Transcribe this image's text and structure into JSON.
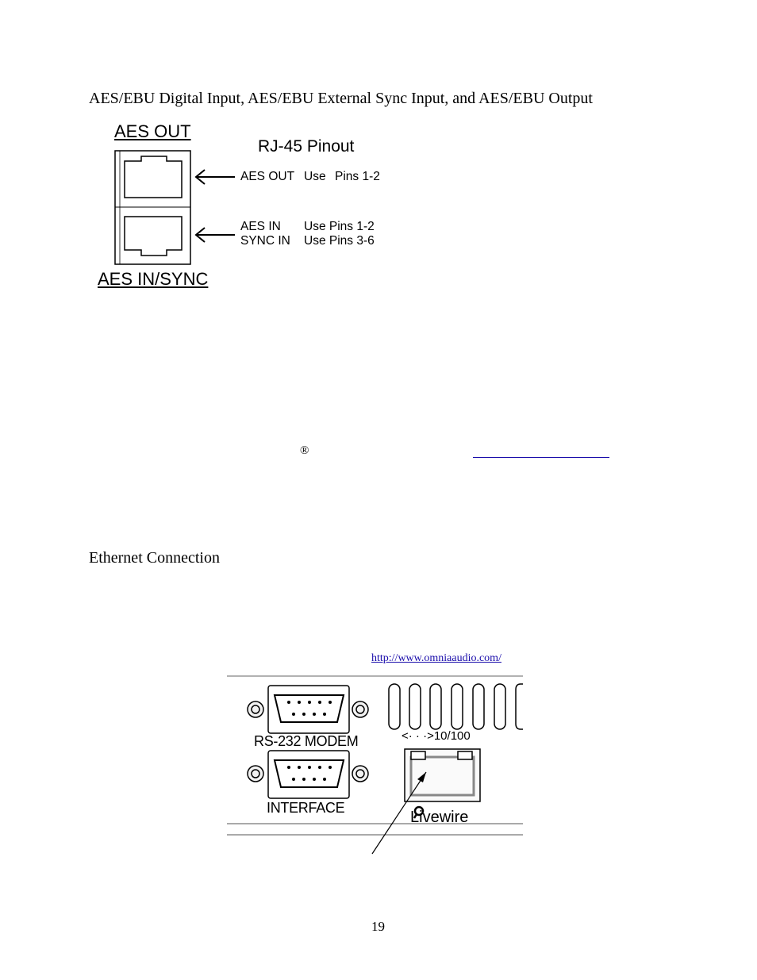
{
  "section1": {
    "heading": "AES/EBU Digital Input, AES/EBU External Sync Input, and AES/EBU Output"
  },
  "aes_figure": {
    "aes_out_label": "AES OUT",
    "pinout_title": "RJ-45 Pinout",
    "row1_name": "AES OUT",
    "row1_use": "Use",
    "row1_pins": "Pins 1-2",
    "row2_name": "AES IN",
    "row2_pins": "Use Pins 1-2",
    "row3_name": "SYNC IN",
    "row3_pins": "Use Pins 3-6",
    "aes_in_sync_label": "AES IN/SYNC"
  },
  "registered_mark": "®",
  "section2": {
    "heading": "Ethernet Connection",
    "link": "http://www.omniaaudio.com/"
  },
  "panel_figure": {
    "rs232_label": "RS-232 MODEM",
    "interface_label": "INTERFACE",
    "speed_label": "<· · ·>10/100",
    "livewire_label": "Livewire"
  },
  "page_number": "19"
}
